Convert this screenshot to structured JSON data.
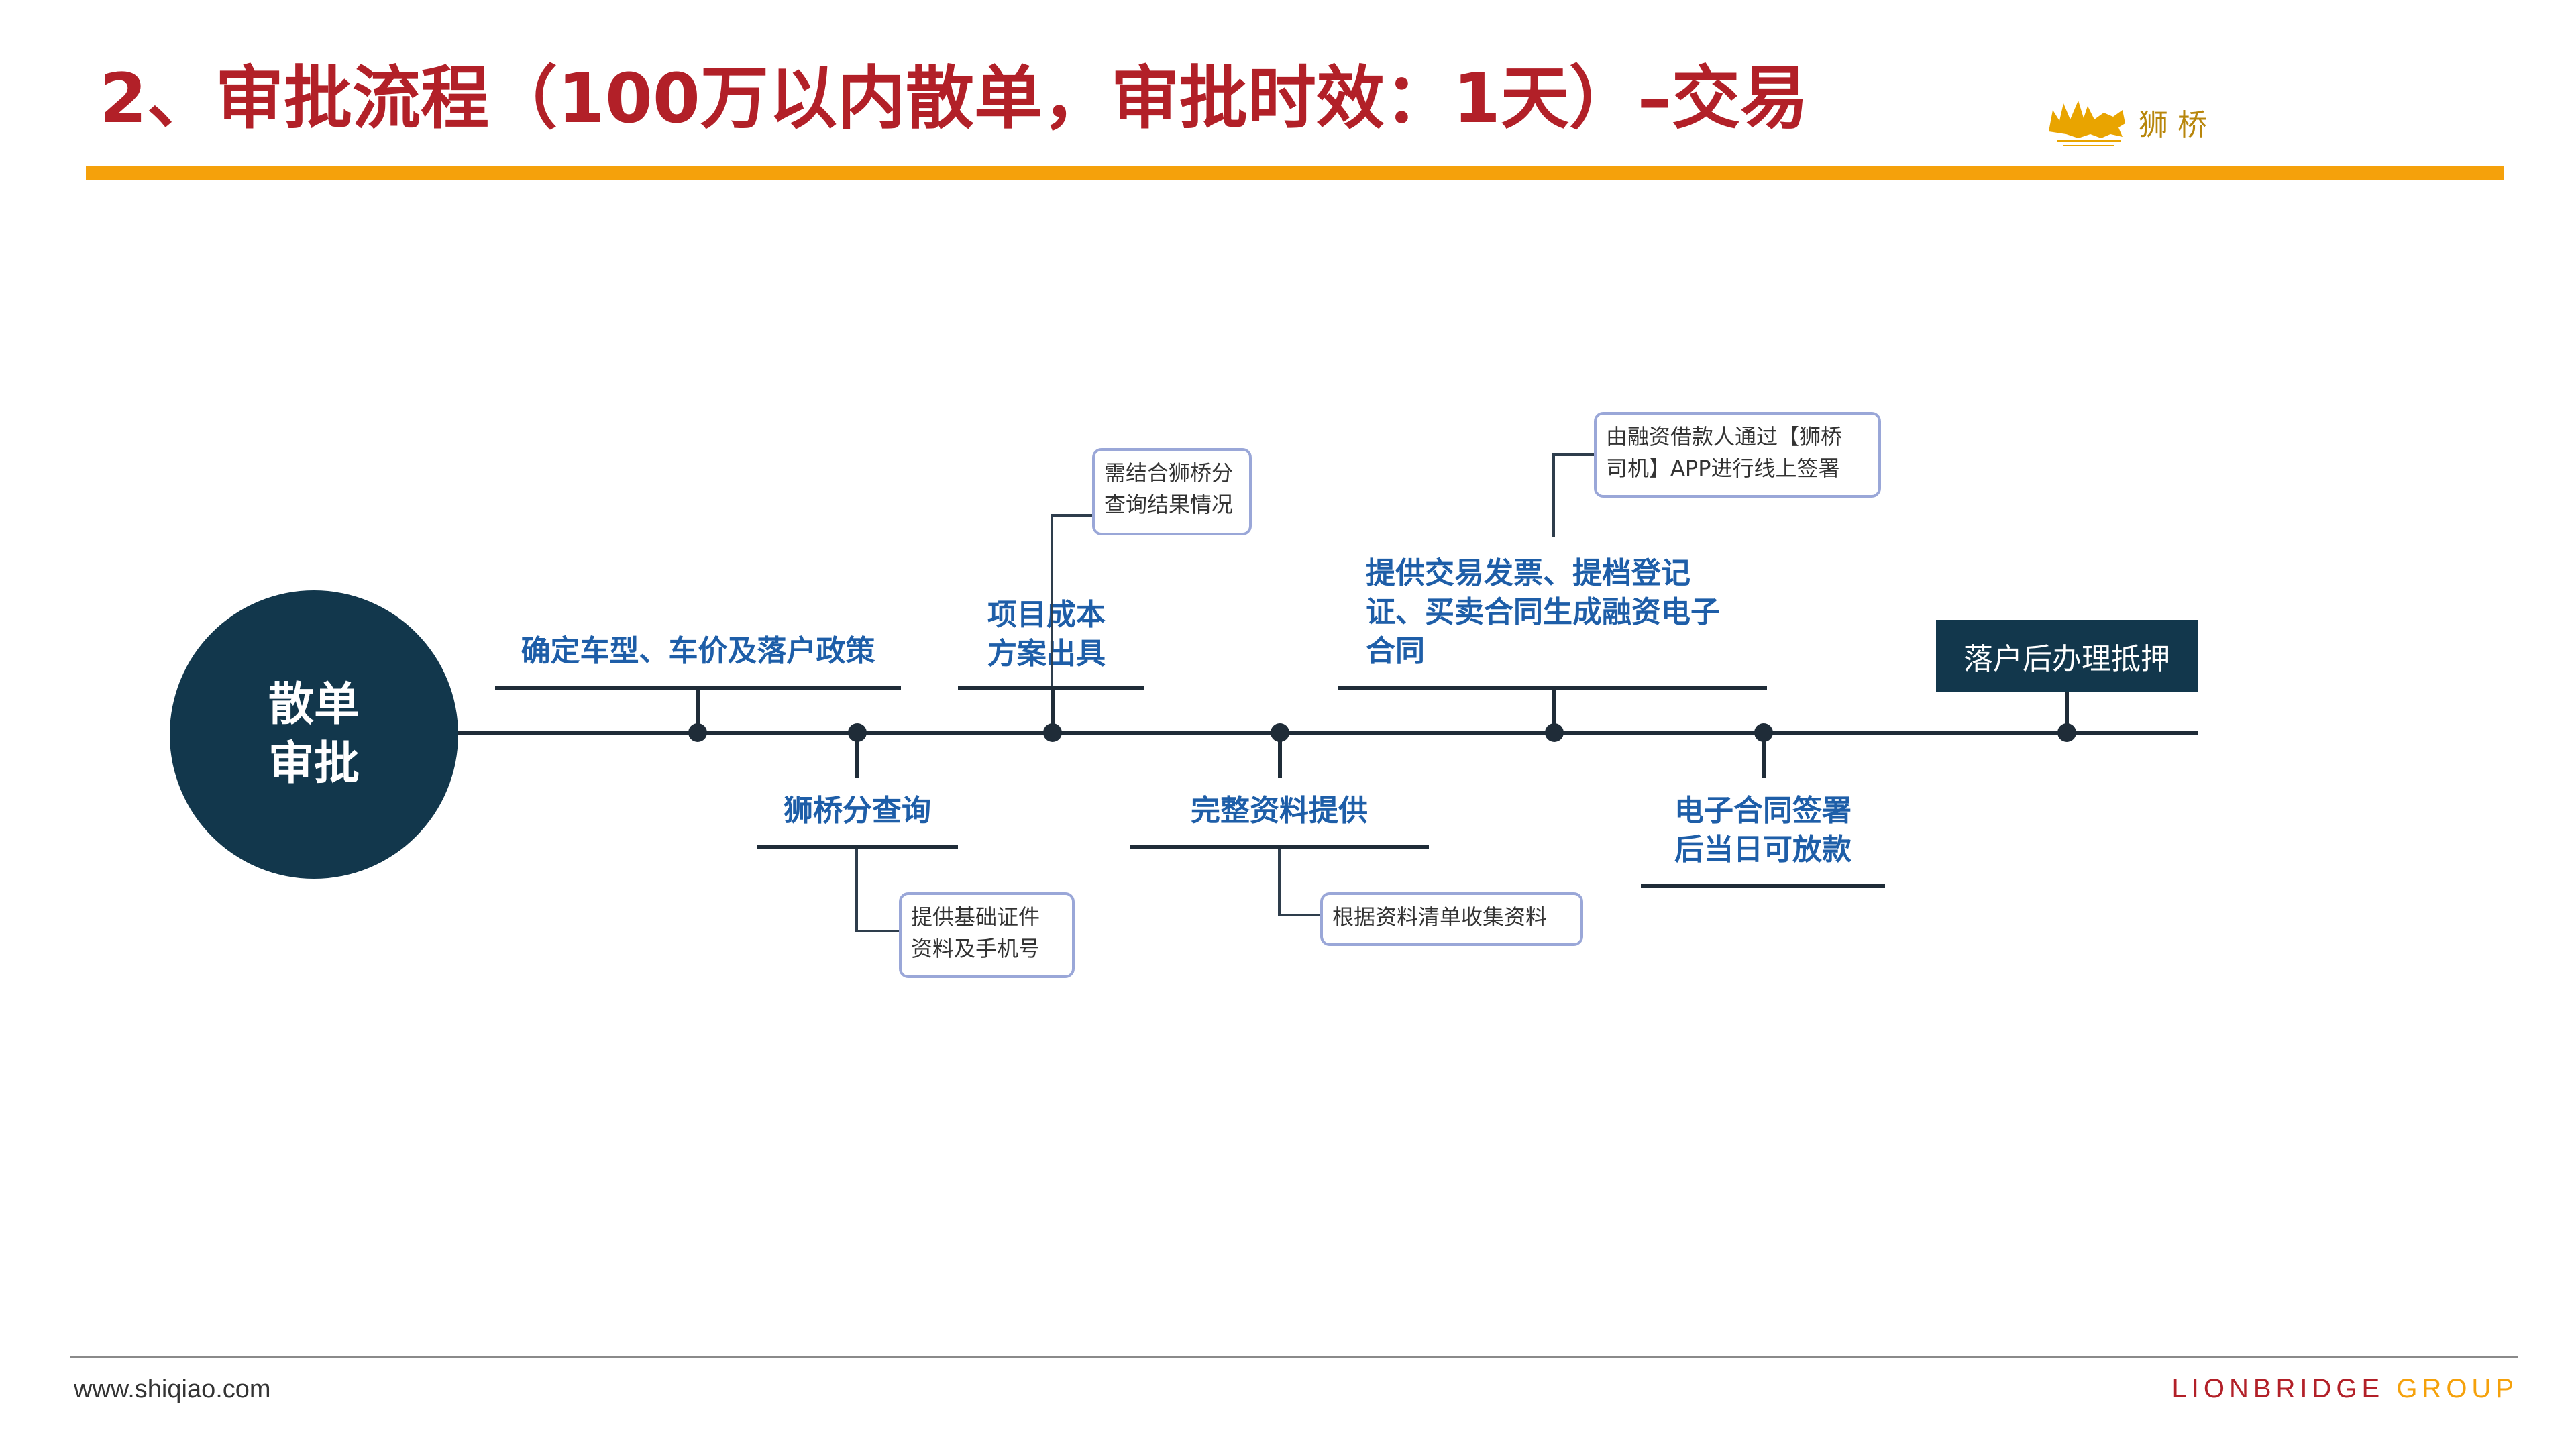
{
  "header": {
    "title": "2、审批流程（100万以内散单，审批时效：1天）–交易",
    "brand_name": "狮 桥",
    "logo_icon": "lion-logo-icon"
  },
  "colors": {
    "title_red": "#b22028",
    "accent_orange": "#f5a10b",
    "navy": "#12374c",
    "label_blue": "#1e5ea8",
    "note_border": "#9aa7d8"
  },
  "flow": {
    "start_node": {
      "line1": "散单",
      "line2": "审批"
    },
    "steps": [
      {
        "line1": "确定车型、车价及落户政策"
      },
      {
        "line1": "狮桥分查询"
      },
      {
        "line1": "项目成本",
        "line2": "方案出具"
      },
      {
        "line1": "完整资料提供"
      },
      {
        "line1": "提供交易发票、提档登记",
        "line2": "证、买卖合同生成融资电子",
        "line3": "合同"
      },
      {
        "line1": "电子合同签署",
        "line2": "后当日可放款"
      },
      {
        "line1": "落户后办理抵押"
      }
    ],
    "notes": [
      {
        "line1": "提供基础证件",
        "line2": "资料及手机号"
      },
      {
        "line1": "需结合狮桥分",
        "line2": "查询结果情况"
      },
      {
        "line1": "根据资料清单收集资料"
      },
      {
        "line1": "由融资借款人通过【狮桥",
        "line2": "司机】APP进行线上签署"
      }
    ]
  },
  "footer": {
    "url": "www.shiqiao.com",
    "brand_primary": "LIONBRIDGE",
    "brand_secondary": "GROUP"
  }
}
